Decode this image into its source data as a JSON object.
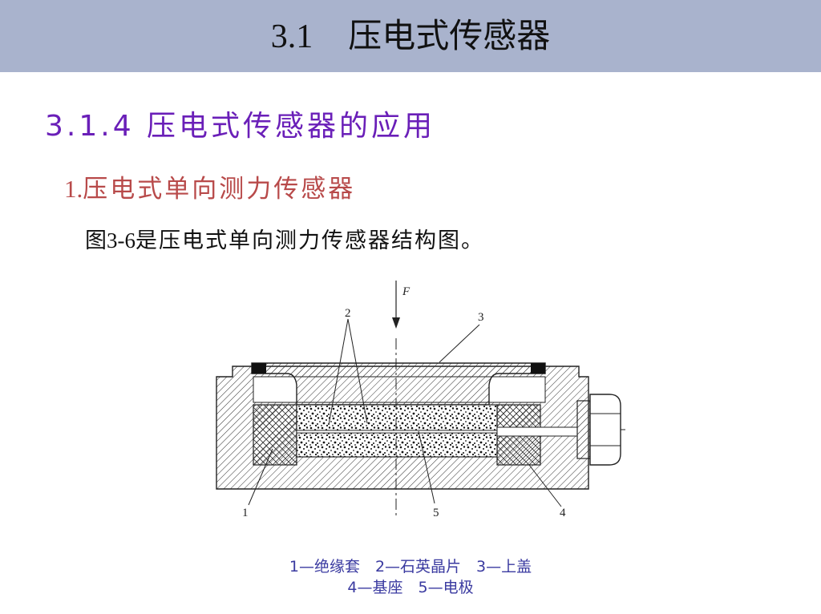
{
  "header": {
    "number": "3.1",
    "title": "压电式传感器"
  },
  "section": {
    "heading": "3.1.4 压电式传感器的应用"
  },
  "subsection": {
    "number": "1.",
    "title": "压电式单向测力传感器"
  },
  "intro": {
    "ref": "图3-6",
    "text": "是压电式单向测力传感器结构图。"
  },
  "figure": {
    "force_label": "F",
    "callouts": [
      "1",
      "2",
      "3",
      "4",
      "5"
    ],
    "legend_line1": "1—绝缘套　2—石英晶片　3—上盖",
    "legend_line2": "4—基座　5—电极"
  },
  "colors": {
    "banner": "#a9b3cd",
    "section_heading": "#6a1fb8",
    "sub_heading": "#b84a4a",
    "legend": "#3a3aa0"
  }
}
